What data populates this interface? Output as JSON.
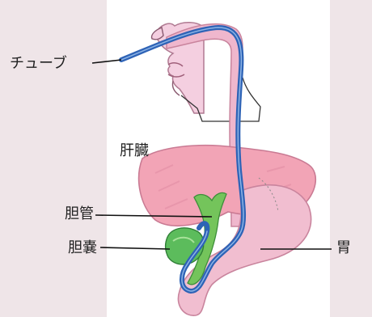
{
  "labels": {
    "tube": "チューブ",
    "liver": "肝臓",
    "bile_duct": "胆管",
    "gallbladder": "胆嚢",
    "stomach": "胃"
  },
  "colors": {
    "background": "#efe5e8",
    "panel": "#ffffff",
    "tube": "#2e63b6",
    "tube_highlight": "#8db4e6",
    "tissue_pink": "#eeb6ca",
    "tissue_outline": "#c9849d",
    "liver": "#f2a4b6",
    "bile_green": "#63c04b",
    "line_black": "#111111"
  }
}
